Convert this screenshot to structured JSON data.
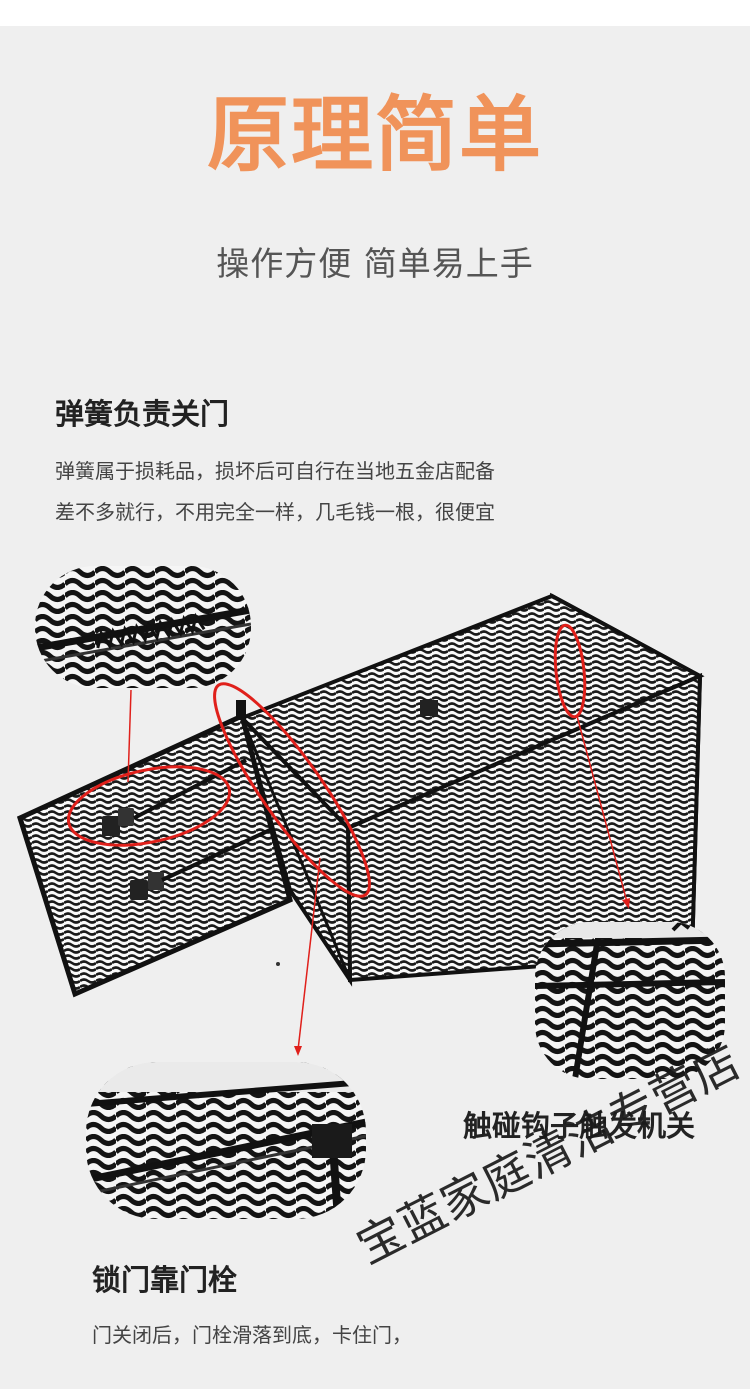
{
  "title": "原理简单",
  "subtitle": "操作方便 简单易上手",
  "spring_section": {
    "heading": "弹簧负责关门",
    "lines": [
      "弹簧属于损耗品，损坏后可自行在当地五金店配备",
      "差不多就行，不用完全一样，几毛钱一根，很便宜"
    ]
  },
  "hook_section": {
    "heading": "触碰钩子触发机关"
  },
  "latch_section": {
    "heading": "锁门靠门栓",
    "line": "门关闭后，门栓滑落到底，卡住门，"
  },
  "watermark": "宝蓝家庭清洁专营店",
  "colors": {
    "title": "#f0935a",
    "highlight": "#e0201b",
    "mesh": "#1b1b1b",
    "background": "#efefef"
  }
}
